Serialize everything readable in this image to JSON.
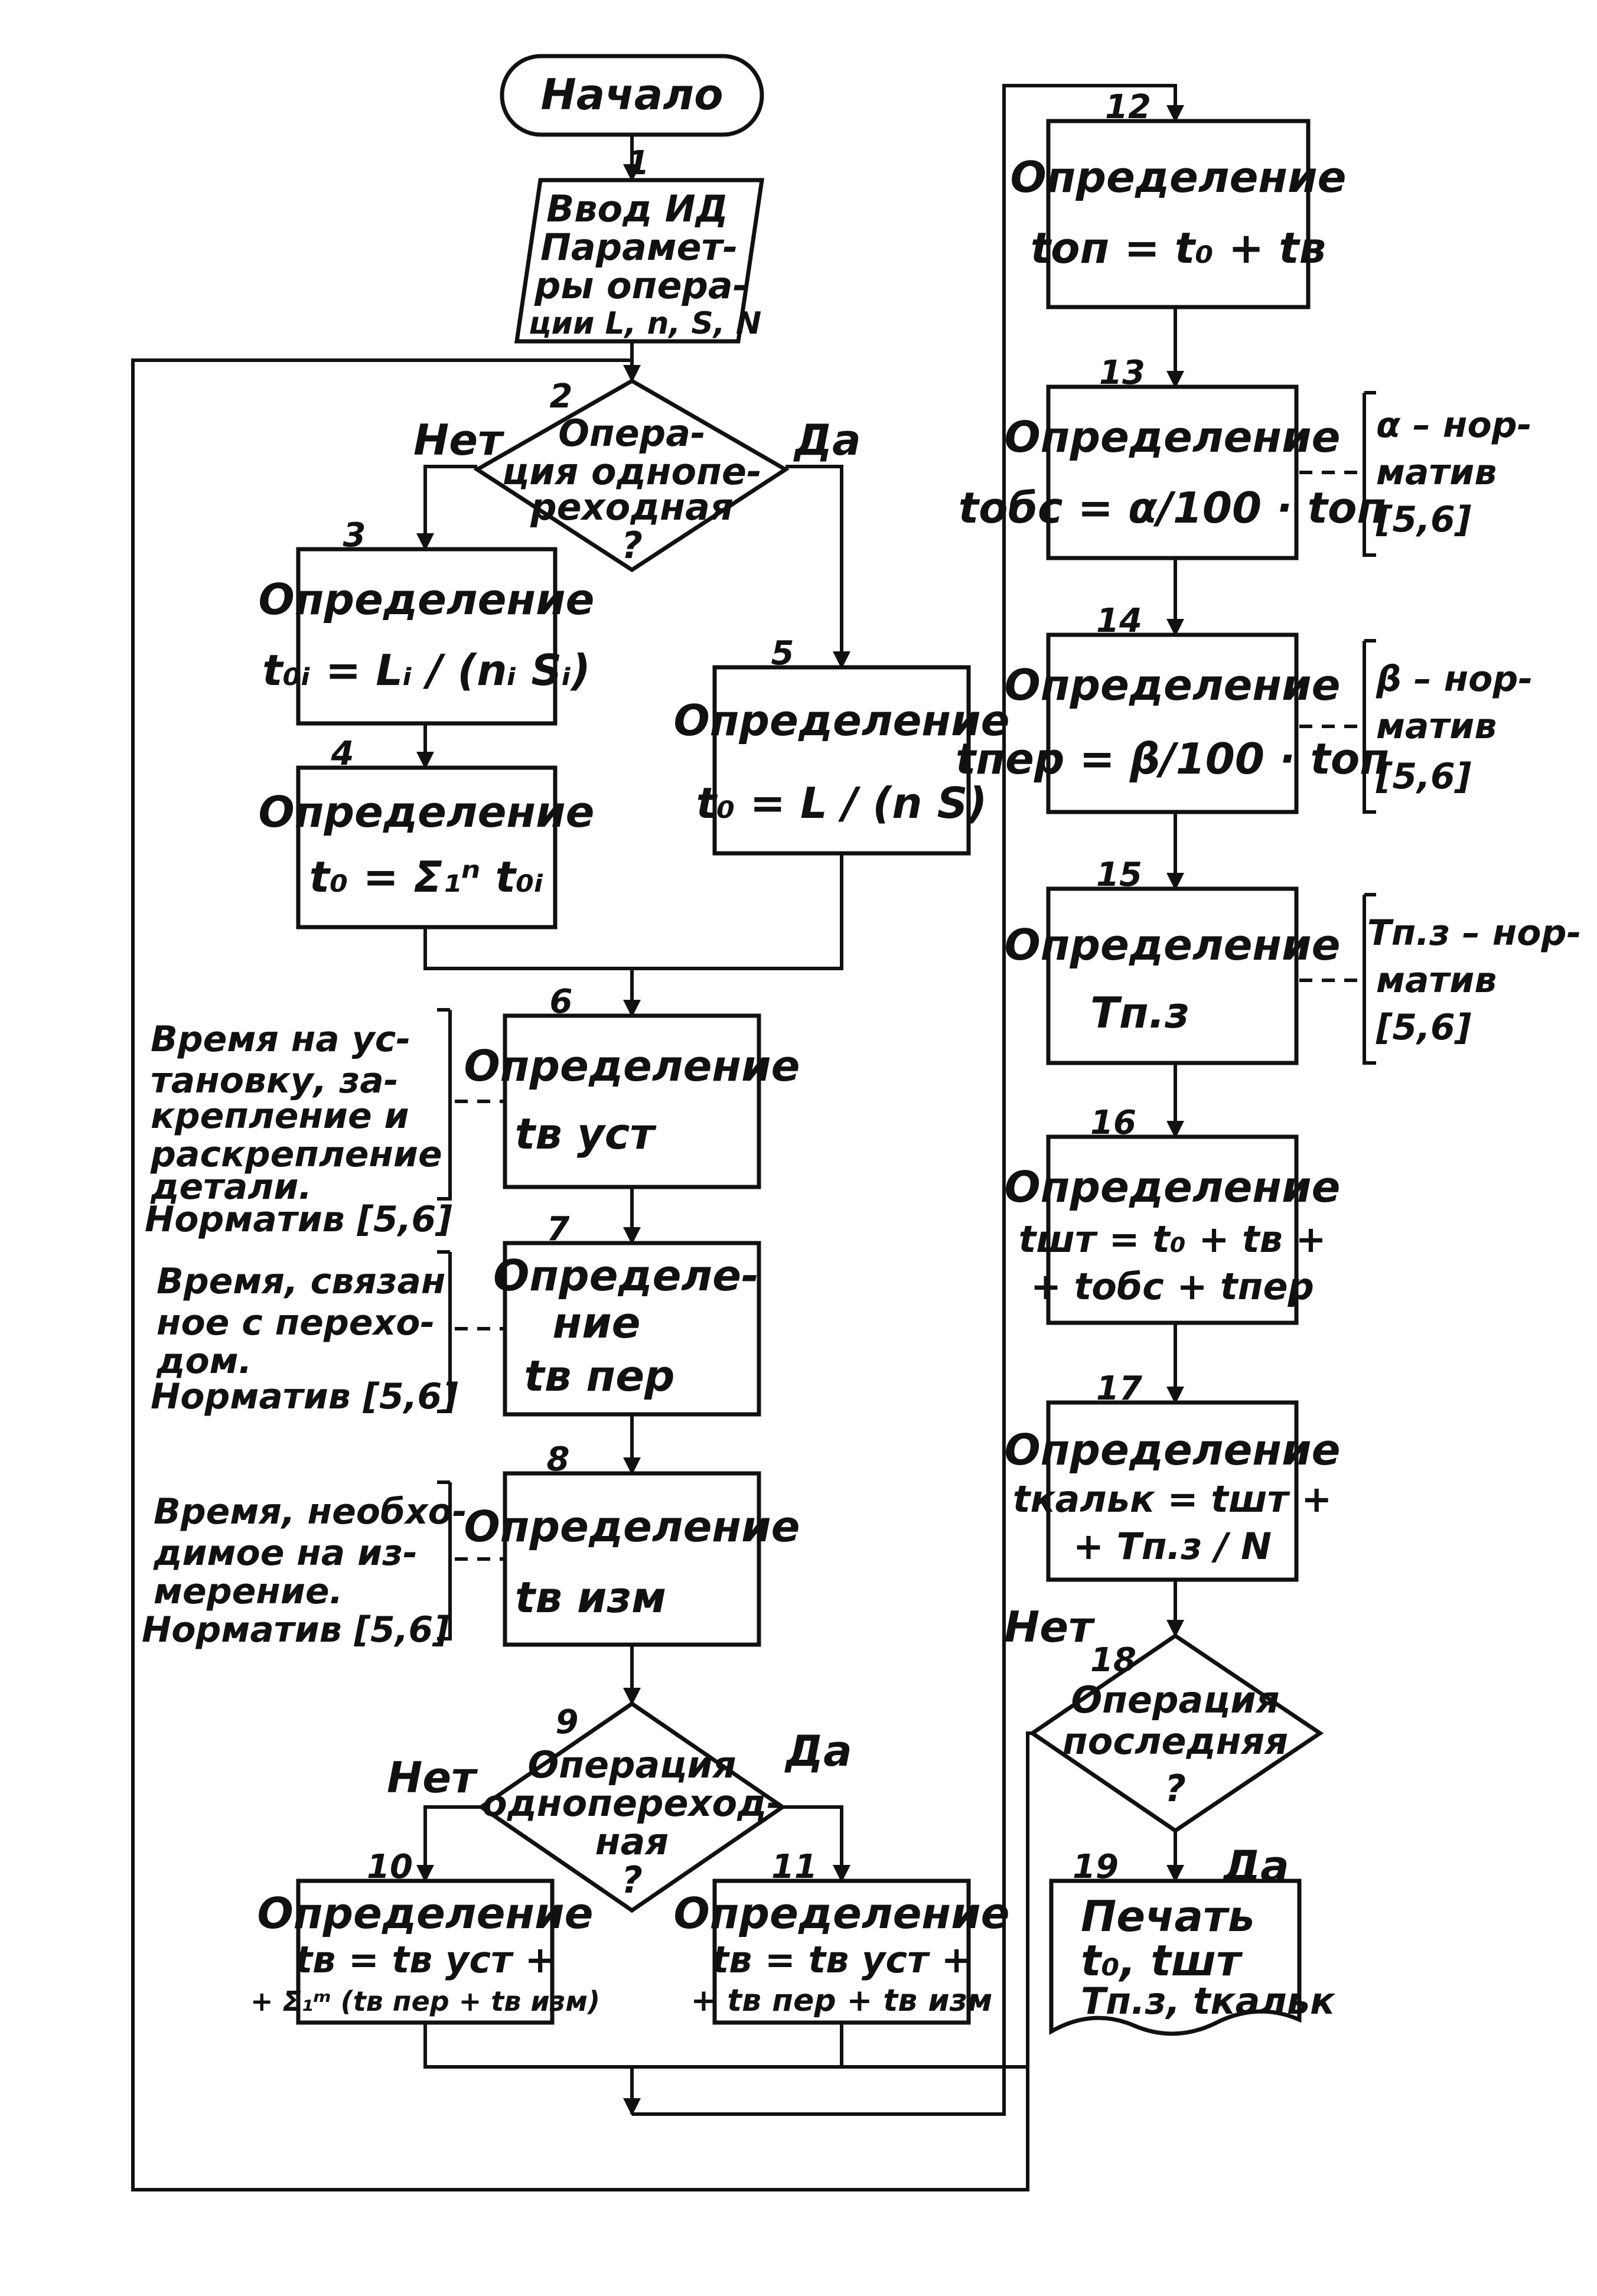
{
  "start": "Начало",
  "yes": "Да",
  "no": "Нет",
  "blocks": {
    "b1": {
      "num": "1",
      "lines": [
        "Ввод ИД",
        "Парамет-",
        "ры опера-",
        "ции L, n, S, N"
      ]
    },
    "b2": {
      "num": "2",
      "lines": [
        "Опера-",
        "ция однопе-",
        "реходная",
        "?"
      ]
    },
    "b3": {
      "num": "3",
      "label": "Определение",
      "formula": "t₀ᵢ = Lᵢ / (nᵢ Sᵢ)"
    },
    "b4": {
      "num": "4",
      "label": "Определение",
      "formula": "t₀ = Σ₁ⁿ t₀ᵢ"
    },
    "b5": {
      "num": "5",
      "label": "Определение",
      "formula": "t₀ = L / (n S)"
    },
    "b6": {
      "num": "6",
      "label": "Определение",
      "formula": "tв уст"
    },
    "b7": {
      "num": "7",
      "lines": [
        "Определе-",
        "ние",
        "tв пер"
      ]
    },
    "b8": {
      "num": "8",
      "label": "Определение",
      "formula": "tв изм"
    },
    "b9": {
      "num": "9",
      "lines": [
        "Операция",
        "однопереход-",
        "ная",
        "?"
      ]
    },
    "b10": {
      "num": "10",
      "label": "Определение",
      "line1": "tв = tв уст +",
      "line2": "+ Σ₁ᵐ (tв пер + tв изм)"
    },
    "b11": {
      "num": "11",
      "label": "Определение",
      "line1": "tв = tв уст +",
      "line2": "+ tв пер + tв изм"
    },
    "b12": {
      "num": "12",
      "label": "Определение",
      "formula": "tоп = t₀ + tв"
    },
    "b13": {
      "num": "13",
      "label": "Определение",
      "formula": "tобс = α/100 · tоп"
    },
    "b14": {
      "num": "14",
      "label": "Определение",
      "formula": "tпер = β/100 · tоп"
    },
    "b15": {
      "num": "15",
      "label": "Определение",
      "formula": "Tп.з"
    },
    "b16": {
      "num": "16",
      "label": "Определение",
      "line1": "tшт = t₀ + tв +",
      "line2": "+ tобс + tпер"
    },
    "b17": {
      "num": "17",
      "label": "Определение",
      "line1": "tкальк = tшт +",
      "line2": "+ Tп.з / N"
    },
    "b18": {
      "num": "18",
      "lines": [
        "Операция",
        "последняя",
        "?"
      ]
    },
    "b19": {
      "num": "19",
      "lines": [
        "Печать",
        "t₀, tшт",
        "Tп.з, tкальк"
      ]
    }
  },
  "notes": {
    "n6": [
      "Время на ус-",
      "тановку, за-",
      "крепление и",
      "раскрепление",
      "детали.",
      "Норматив [5,6]"
    ],
    "n7": [
      "Время, связан",
      "ное с перехо-",
      "дом.",
      "Норматив [5,6]"
    ],
    "n8": [
      "Время, необхо-",
      "димое на из-",
      "мерение.",
      "Норматив [5,6]"
    ],
    "n13": [
      "α – нор-",
      "матив",
      "[5,6]"
    ],
    "n14": [
      "β – нор-",
      "матив",
      "[5,6]"
    ],
    "n15": [
      "Tп.з – нор-",
      "матив",
      "[5,6]"
    ]
  }
}
